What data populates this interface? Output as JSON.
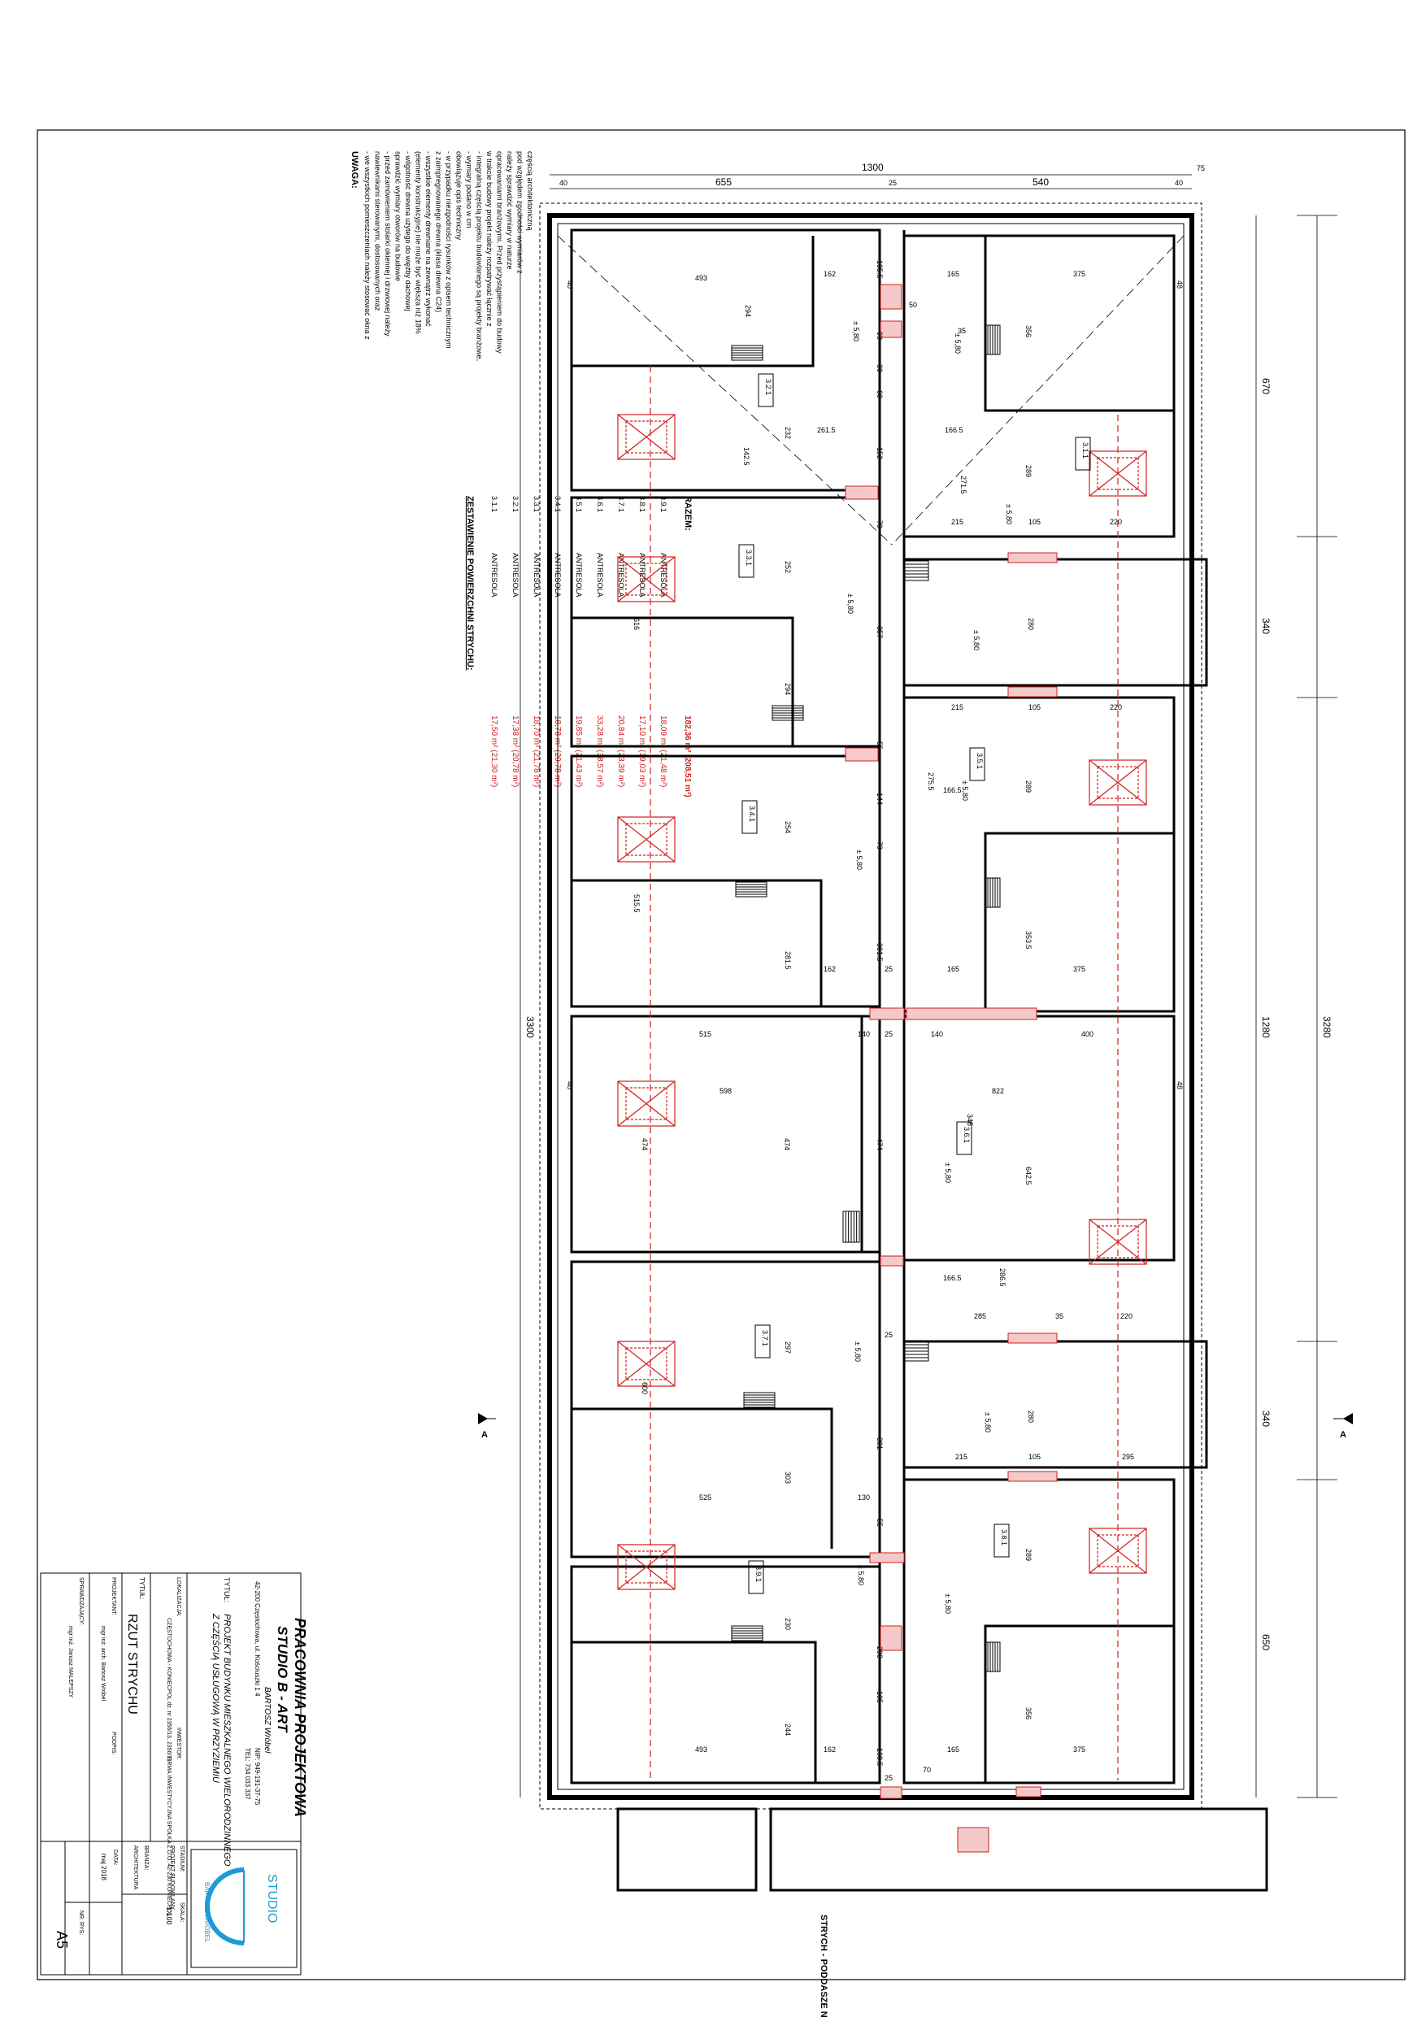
{
  "notes": {
    "title": "UWAGA:",
    "lines": [
      "- we wszystkich pomieszczeniach należy stosować okna z",
      "  nawiewnikami sterowanymi, dostosowanych oraz",
      "- przed zamówieniem stolarki okiennej i drzwiowej należy",
      "  sprawdzić wymiary otworów na budowie",
      "- wilgotność drewna użytego do więźby dachowej",
      "  (elementy konstrukcyjne) nie może być większa niż 18%",
      "- wszystkie elementy drewniane na zewnątrz wykonać",
      "  z zaimpregnowanego drewna (klasa drewna C24)",
      "- w przypadku niezgodności rysunków z opisem technicznym",
      "  obowiązuje opis techniczny",
      "- wymiary podano w cm",
      "- integralną częścią projektu budowlanego są projekty branżowe,",
      "  w trakcie budowy projekt należy rozpatrywać łącznie z",
      "  opracowaniami branżowymi. Przed przystąpieniem do budowy",
      "  należy sprawdzić wymiary w naturze",
      "  pod względem zgodności wymiarów z",
      "  częścią architektoniczną"
    ]
  },
  "areas": {
    "title": "ZESTAWIENIE POWIERZCHNI STRYCHU:",
    "rows": [
      {
        "no": "3.1.1",
        "name": "ANTRESOLA",
        "area": "17,50 m² (21,30 m²)",
        "red": true
      },
      {
        "no": "3.2.1",
        "name": "ANTRESOLA",
        "area": "17,38 m² (20,78 m²)",
        "red": true
      },
      {
        "no": "3.3.1",
        "name": "ANTRESOLA",
        "area": "18,70 m² (21,78 m²)",
        "red": true
      },
      {
        "no": "3.4.1",
        "name": "ANTRESOLA",
        "area": "18,78 m² (20,78 m²)",
        "red": true
      },
      {
        "no": "3.5.1",
        "name": "ANTRESOLA",
        "area": "19,85 m² (21,43 m²)",
        "red": true
      },
      {
        "no": "3.6.1",
        "name": "ANTRESOLA",
        "area": "33,28 m² (38,57 m²)",
        "red": true
      },
      {
        "no": "3.7.1",
        "name": "ANTRESOLA",
        "area": "20,84 m² (23,39 m²)",
        "red": true
      },
      {
        "no": "3.8.1",
        "name": "ANTRESOLA",
        "area": "17,10 m² (19,03 m²)",
        "red": true
      },
      {
        "no": "3.9.1",
        "name": "ANTRESOLA",
        "area": "18,09 m² (21,48 m²)",
        "red": true
      }
    ],
    "total_label": "RAZEM:",
    "total": "182,36 m² (208,51 m²)"
  },
  "plan": {
    "caption": "STRYCH - PODDASZE NIEUŻYTKOWE",
    "section_mark": "A",
    "level": "± 5,80",
    "room_tags": [
      "3.1.1",
      "3.2.1",
      "3.3.1",
      "3.4.1",
      "3.5.1",
      "3.6.1",
      "3.7.1",
      "3.8.1",
      "3.9.1"
    ],
    "dims_left": {
      "overall": "3300",
      "top": "655",
      "top_mid": "25",
      "top_right": "540",
      "top_right2": "75",
      "total_top": "1300",
      "edge": "40"
    },
    "dims_right": {
      "total": "3280",
      "a": "670",
      "b": "340",
      "c": "1280",
      "d": "340",
      "e": "650"
    },
    "labels": {
      "l493a": "493",
      "l162a": "162",
      "l165a": "165",
      "l375a": "375",
      "l294": "294",
      "l356a": "356",
      "l1055": "105.5",
      "l50": "50",
      "l35": "35",
      "l90": "90",
      "l30": "30",
      "l60": "60",
      "l152": "152",
      "l2615": "261.5",
      "l1665a": "166.5",
      "l1425": "142.5",
      "l232": "232",
      "l2715": "271.5",
      "l289a": "289",
      "l215a": "215",
      "l105a": "105",
      "l220a": "220",
      "l79": "79",
      "l252": "252",
      "l357": "357",
      "l280a": "280",
      "l616": "616",
      "l294b": "294",
      "l215b": "215",
      "l105b": "105",
      "l220b": "220",
      "l2755": "275.5",
      "l1665b": "166.5",
      "l289b": "289",
      "l144": "144",
      "l70a": "70",
      "l254": "254",
      "l5155": "515.5",
      "l2815": "281.5",
      "l162b": "162",
      "l3015": "301.5",
      "l165b": "165",
      "l375b": "375",
      "l3535": "353.5",
      "l515": "515",
      "l140a": "140",
      "l140b": "140",
      "l400": "400",
      "l598": "598",
      "l822": "822",
      "l346": "346",
      "l474a": "474",
      "l474b": "474",
      "l474c": "474",
      "l6425": "642.5",
      "l1665c": "166.5",
      "l2865": "286.5",
      "l285": "285",
      "l35b": "35",
      "l220c": "220",
      "l297": "297",
      "l600": "600",
      "l381": "381",
      "l280b": "280",
      "l215c": "215",
      "l105c": "105",
      "l295": "295",
      "l525": "525",
      "l303": "303",
      "l130": "130",
      "l289c": "289",
      "l230": "230",
      "l200": "200",
      "l105d": "105",
      "l493b": "493",
      "l244": "244",
      "l162c": "162",
      "l1655": "168.5",
      "l165c": "165",
      "l375c": "375",
      "l356b": "356",
      "l70b": "70",
      "l55": "55",
      "l25": "25",
      "l40": "40",
      "l48": "48"
    }
  },
  "title_block": {
    "firm_line1": "PRACOWNIA PROJEKTOWA",
    "firm_line2": "STUDIO B - ART",
    "firm_owner": "BARTOSZ Wróbel",
    "firm_address": "42-200 Częstochowa, ul. Kościuszki 1 4",
    "firm_nip": "NIP: 949-191-37-75",
    "firm_tel": "TEL: 734 033 337",
    "project_label": "TYTUŁ:",
    "project_line1": "PROJEKT BUDYNKU MIESZKALNEGO WIELORODZINNEGO",
    "project_line2": "Z CZĘŚCIĄ USŁUGOWĄ W PRZYZIEMIU",
    "location_label": "LOKALIZACJA:",
    "location_value": "CZĘSTOCHOWA - KONIECPOL dz. nr 2356/13, 2356/11",
    "investor_label": "INWESTOR:",
    "investor_value": "FIRMA INWESTYCYJNA SPÓŁKA Z.O.O. 42-230 KONIECPOL",
    "drawing_label": "TYTUŁ:",
    "drawing_title": "RZUT STRYCHU",
    "role1": "PROJEKTANT:",
    "role1_name": "mgr inż. arch. Bartosz Wróbel",
    "role2": "SPRAWDZAJĄCY:",
    "role2_name": "mgr inż. Janusz MALEPSZY",
    "sig_label": "PODPIS:",
    "stage_label": "STADIUM:",
    "stage_value": "PROJEKT BUDOWLANY",
    "scale_label": "SKALA:",
    "scale_value": "1:100",
    "branch_label": "BRANŻA:",
    "branch_value": "ARCHITEKTURA",
    "date_label": "DATA:",
    "date_value": "maj 2018",
    "sheet_label": "NR. RYS:",
    "sheet_value": "A5",
    "logo_word": "STUDIO",
    "logo_sub": "BARTOSZ WRÓBEL"
  }
}
